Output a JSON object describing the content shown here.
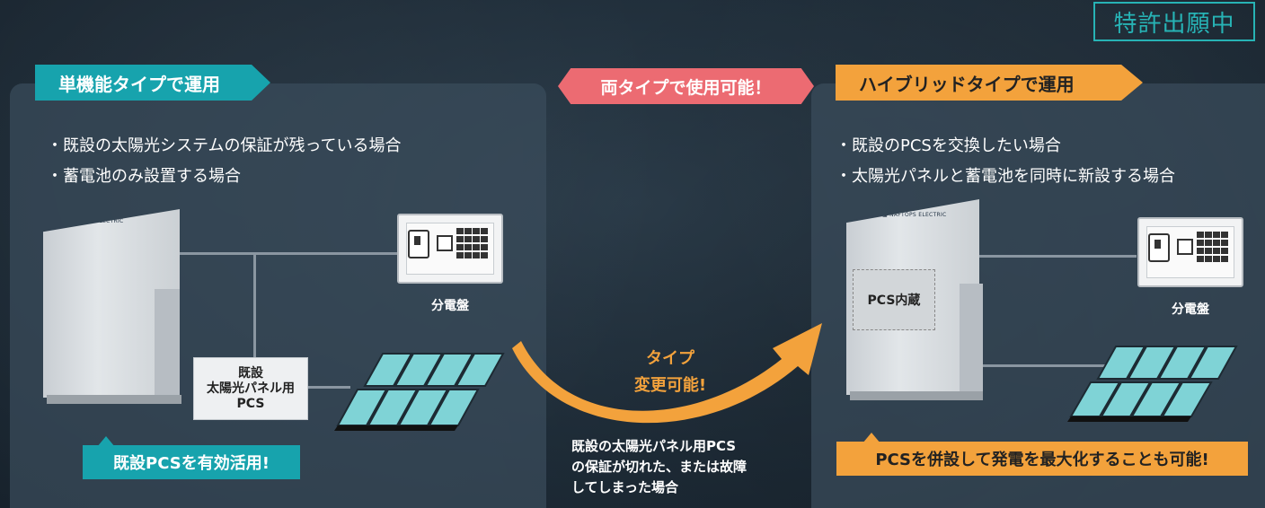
{
  "patent_badge": "特許出願中",
  "center_tag": "両タイプで使用可能！",
  "left": {
    "tag": "単機能タイプで運用",
    "bullets": [
      "・既設の太陽光システムの保証が残っている場合",
      "・蓄電池のみ設置する場合"
    ],
    "breaker_label": "分電盤",
    "pcs_box": {
      "line1": "既設",
      "line2": "太陽光パネル用",
      "line3": "PCS"
    },
    "callout": "既設PCSを有効活用!",
    "brand": "■ NAFTOPS ELECTRIC"
  },
  "right": {
    "tag": "ハイブリッドタイプで運用",
    "bullets": [
      "・既設のPCSを交換したい場合",
      "・太陽光パネルと蓄電池を同時に新設する場合"
    ],
    "breaker_label": "分電盤",
    "pcs_inside": "PCS内蔵",
    "callout": "PCSを併設して発電を最大化することも可能!",
    "brand": "■ NAFTOPS ELECTRIC"
  },
  "middle": {
    "change_line1": "タイプ",
    "change_line2": "変更可能!",
    "note_line1": "既設の太陽光パネル用PCS",
    "note_line2": "の保証が切れた、または故障",
    "note_line3": "してしまった場合"
  },
  "colors": {
    "teal": "#17a3ad",
    "orange": "#f3a23c",
    "pink": "#ec6b72",
    "panel_cyan": "#7fd3d6"
  }
}
